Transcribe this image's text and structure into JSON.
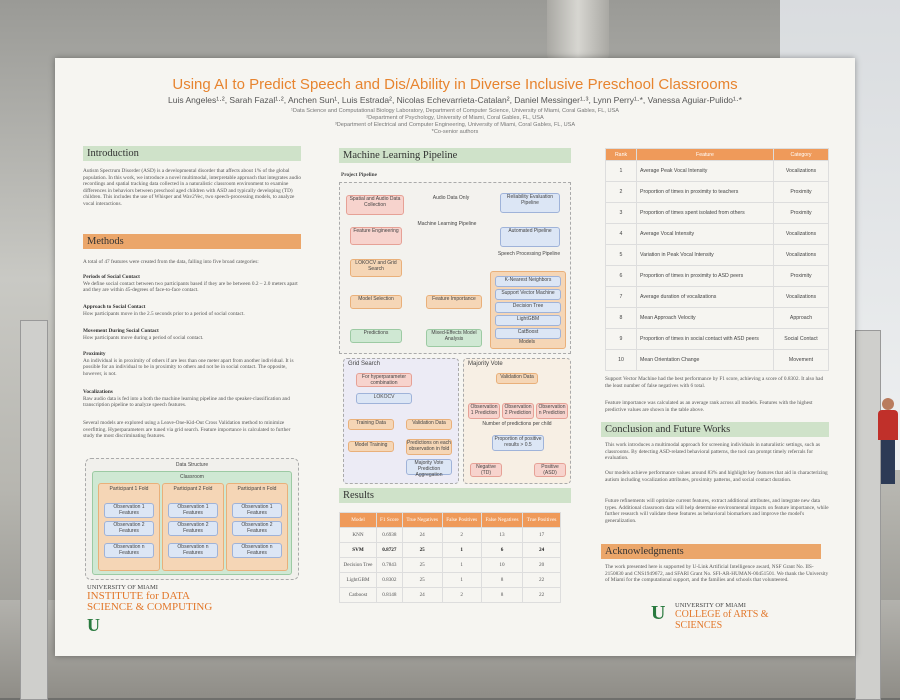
{
  "poster": {
    "title": "Using AI to Predict Speech and Dis/Ability in Diverse Inclusive Preschool Classrooms",
    "authors": "Luis Angeles¹·², Sarah Fazal¹·², Anchen Sun¹, Luis Estrada², Nicolas Echevarrieta-Catalan², Daniel Messinger¹·³, Lynn Perry¹·*, Vanessa Aguiar-Pulido¹·*",
    "affiliations": [
      "¹Data Science and Computational Biology Laboratory, Department of Computer Science, University of Miami, Coral Gables, FL, USA",
      "²Department of Psychology, University of Miami, Coral Gables, FL, USA",
      "³Department of Electrical and Computer Engineering, University of Miami, Coral Gables, FL, USA",
      "*Co-senior authors"
    ],
    "introduction": {
      "heading": "Introduction",
      "text": "Autism Spectrum Disorder (ASD) is a developmental disorder that affects about 1% of the global population. In this work, we introduce a novel multimodal, interpretable approach that integrates audio recordings and spatial tracking data collected in a naturalistic classroom environment to examine differences in behaviors between preschool aged children with ASD and typically developing (TD) children. This includes the use of Whisper and Wav2Vec, two speech-processing models, to analyze vocal interactions."
    },
    "methods": {
      "heading": "Methods",
      "intro": "A total of 47 features were created from the data, falling into five broad categories:",
      "items": [
        {
          "title": "Periods of Social Contact",
          "text": "We define social contact between two participants based if they are be between 0.2 – 2.0 meters apart and they are within 45-degrees of face-to-face contact."
        },
        {
          "title": "Approach to Social Contact",
          "text": "How participants move in the 2.5 seconds prior to a period of social contact."
        },
        {
          "title": "Movement During Social Contact",
          "text": "How participants move during a period of social contact."
        },
        {
          "title": "Proximity",
          "text": "An individual is in proximity of others if are less than one meter apart from another individual. It is possible for an individual to be in proximity to others and not be in social contact. The opposite, however, is not."
        },
        {
          "title": "Vocalizations",
          "text": "Raw audio data is fed into a both the machine learning pipeline and the speaker-classification and transcription pipeline to analyze speech features."
        }
      ],
      "closing": "Several models are explored using a Leave-One-Kid-Out Cross Validation method to minimize overfitting. Hyperparameters are tuned via grid search. Feature importance is calculated to further study the most discriminating features.",
      "data_structure": {
        "title": "Data Structure",
        "classroom": "Classroom",
        "folds": [
          "Participant 1 Fold",
          "Participant 2 Fold",
          "Participant n Fold"
        ],
        "observations": [
          "Observation 1 Features",
          "Observation 2 Features",
          "Observation n Features"
        ]
      }
    },
    "ml_pipeline": {
      "heading": "Machine Learning Pipeline",
      "project_pipeline": "Project Pipeline",
      "boxes": {
        "spatial": "Spatial and Audio Data Collection",
        "audio_only": "Audio Data Only",
        "reliability": "Reliability Evaluation Pipeline",
        "ml_pipeline_label": "Machine Learning Pipeline",
        "feature_eng": "Feature Engineering",
        "automated": "Automated Pipeline",
        "speech_proc": "Speech Processing Pipeline",
        "lokocv": "LOKOCV and Grid Search",
        "model_sel": "Model Selection",
        "feat_imp": "Feature Importance",
        "predictions": "Predictions",
        "mixed": "Mixed-Effects Model Analysis",
        "models_label": "Models"
      },
      "models": [
        "K-Nearest Neighbors",
        "Support Vector Machine",
        "Decision Tree",
        "LightGBM",
        "CatBoost"
      ],
      "grid_search": {
        "title": "Grid Search",
        "steps": [
          "For hyperparameter combination",
          "LOKOCV",
          "Training Data",
          "Validation Data",
          "Model Training",
          "Predictions on each observation in fold",
          "Majority Vote Prediction Aggregation"
        ]
      },
      "majority_vote": {
        "title": "Majority Vote",
        "steps": [
          "Validation Data",
          "Observation 1 Prediction",
          "Observation 2 Prediction",
          "Observation n Prediction",
          "Number of predictions per child",
          "Proportion of positive results > 0.5",
          "Negative (TD)",
          "Positive (ASD)"
        ]
      }
    },
    "results": {
      "heading": "Results",
      "columns": [
        "Model",
        "F1 Score",
        "True Negatives",
        "False Positives",
        "False Negatives",
        "True Positives"
      ],
      "rows": [
        [
          "KNN",
          "0.6938",
          "24",
          "2",
          "13",
          "17"
        ],
        [
          "SVM",
          "0.8727",
          "25",
          "1",
          "6",
          "24"
        ],
        [
          "Decision Tree",
          "0.7843",
          "25",
          "1",
          "10",
          "20"
        ],
        [
          "LightGBM",
          "0.8302",
          "25",
          "1",
          "8",
          "22"
        ],
        [
          "Catboost",
          "0.8148",
          "24",
          "2",
          "8",
          "22"
        ]
      ]
    },
    "features_table": {
      "columns": [
        "Rank",
        "Feature",
        "Category"
      ],
      "rows": [
        [
          "1",
          "Average Peak Vocal Intensity",
          "Vocalizations"
        ],
        [
          "2",
          "Proportion of times in proximity to teachers",
          "Proximity"
        ],
        [
          "3",
          "Proportion of times spent isolated from others",
          "Proximity"
        ],
        [
          "4",
          "Average Vocal Intensity",
          "Vocalizations"
        ],
        [
          "5",
          "Variation in Peak Vocal Intensity",
          "Vocalizations"
        ],
        [
          "6",
          "Proportion of times in proximity to ASD peers",
          "Proximity"
        ],
        [
          "7",
          "Average duration of vocalizations",
          "Vocalizations"
        ],
        [
          "8",
          "Mean Approach Velocity",
          "Approach"
        ],
        [
          "9",
          "Proportion of times in social contact with ASD peers",
          "Social Contact"
        ],
        [
          "10",
          "Mean Orientation Change",
          "Movement"
        ]
      ],
      "note1": "Support Vector Machine had the best performance by F1 score, achieving a score of 0.8302. It also had the least number of false negatives with 6 total.",
      "note2": "Feature importance was calculated as an average rank across all models. Features with the highest predictive values are shown in the table above."
    },
    "conclusion": {
      "heading": "Conclusion and Future Works",
      "p1": "This work introduces a multimodal approach for screening individuals in naturalistic settings, such as classrooms. By detecting ASD-related behavioral patterns, the tool can prompt timely referrals for evaluation.",
      "p2": "Our models achieve performance values around 83% and highlight key features that aid in characterizing autism including vocalization attributes, proximity patterns, and social contact duration.",
      "p3": "Future refinements will optimize current features, extract additional attributes, and integrate new data types. Additional classroom data will help determine environmental impacts on feature importance, while further research will validate these features as behavioral biomarkers and improve the model's generalization."
    },
    "acknowledgments": {
      "heading": "Acknowledgments",
      "text": "The work presented here is supported by U-Link Artificial Intelligence award, NSF Grant No. IIS-2150830 and CNS1949672, and SFARI Grant No. SFI-AR-HUMAN-00451501. We thank the University of Miami for the computational support, and the families and schools that volunteered."
    },
    "logos": {
      "left_um": "UNIVERSITY OF MIAMI",
      "left_inst": "INSTITUTE for DATA SCIENCE & COMPUTING",
      "right_um": "UNIVERSITY OF MIAMI",
      "right_inst": "COLLEGE of ARTS & SCIENCES",
      "mark": "U"
    }
  }
}
